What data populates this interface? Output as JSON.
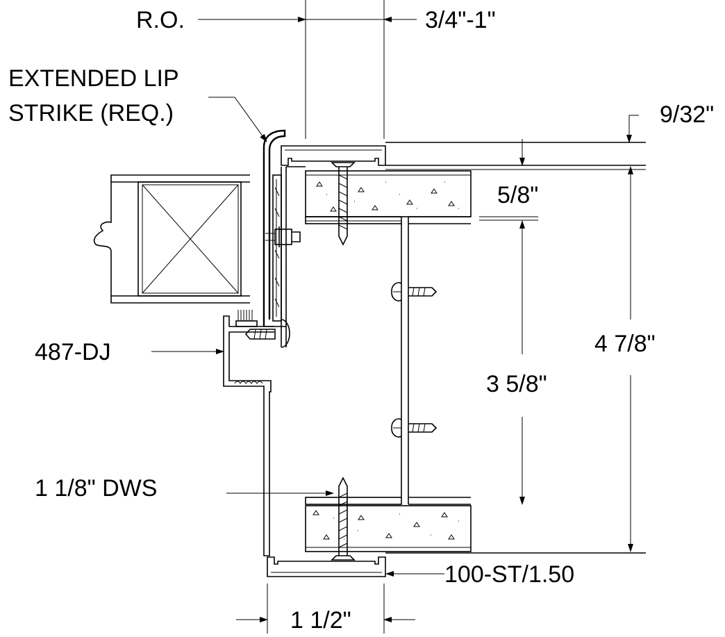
{
  "diagram": {
    "labels": {
      "ro": "R.O.",
      "lip_gap": "3/4\"-1\"",
      "extended_lip_line1": "EXTENDED LIP",
      "extended_lip_line2": "STRIKE (REQ.)",
      "top_gap": "9/32\"",
      "drywall_thickness": "5/8\"",
      "overall_depth": "4 7/8\"",
      "frame_part": "487-DJ",
      "stud_depth": "3 5/8\"",
      "dws": "1 1/8\" DWS",
      "stop_part": "100-ST/1.50",
      "bottom_width": "1 1/2\""
    },
    "icons": {
      "door": "door-section-icon",
      "screw": "screw-icon",
      "weatherstrip": "weatherstrip-icon"
    }
  }
}
